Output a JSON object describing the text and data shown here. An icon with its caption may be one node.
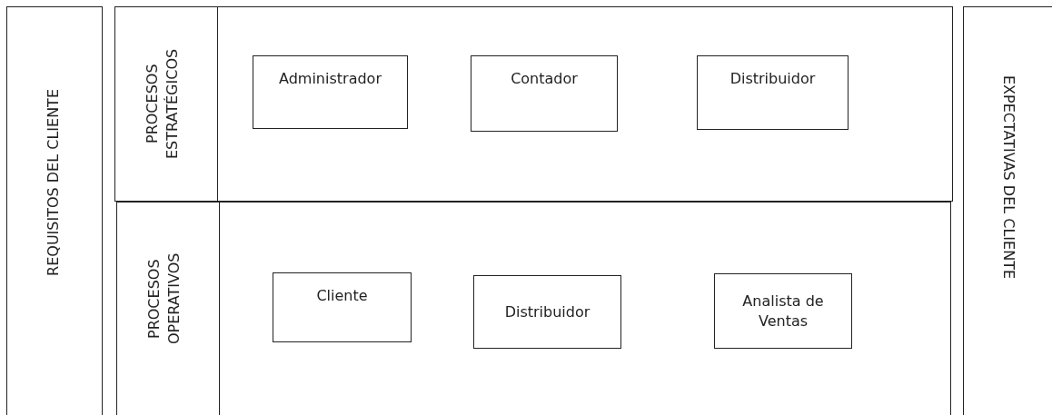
{
  "diagram": {
    "nodes": [
      {
        "text": [
          "REQUISITOS DEL CLIENTE"
        ]
      },
      {
        "text": [
          "PROCESOS ESTRATÉGICOS"
        ]
      },
      {
        "text": [
          "Administrador"
        ],
        "in": 1
      },
      {
        "text": [
          "Contador"
        ],
        "in": 1
      },
      {
        "text": [
          "Distribuidor"
        ],
        "in": 1
      },
      {
        "text": [
          "PROCESOS OPERATIVOS"
        ]
      },
      {
        "text": [
          "Cliente"
        ],
        "in": 5
      },
      {
        "text": [
          "Distribuidor"
        ],
        "in": 5
      },
      {
        "text": [
          "Analista de Ventas"
        ],
        "in": 5
      },
      {
        "text": [
          "EXPECTATIVAS DEL CLIENTE"
        ]
      }
    ],
    "edges": []
  }
}
